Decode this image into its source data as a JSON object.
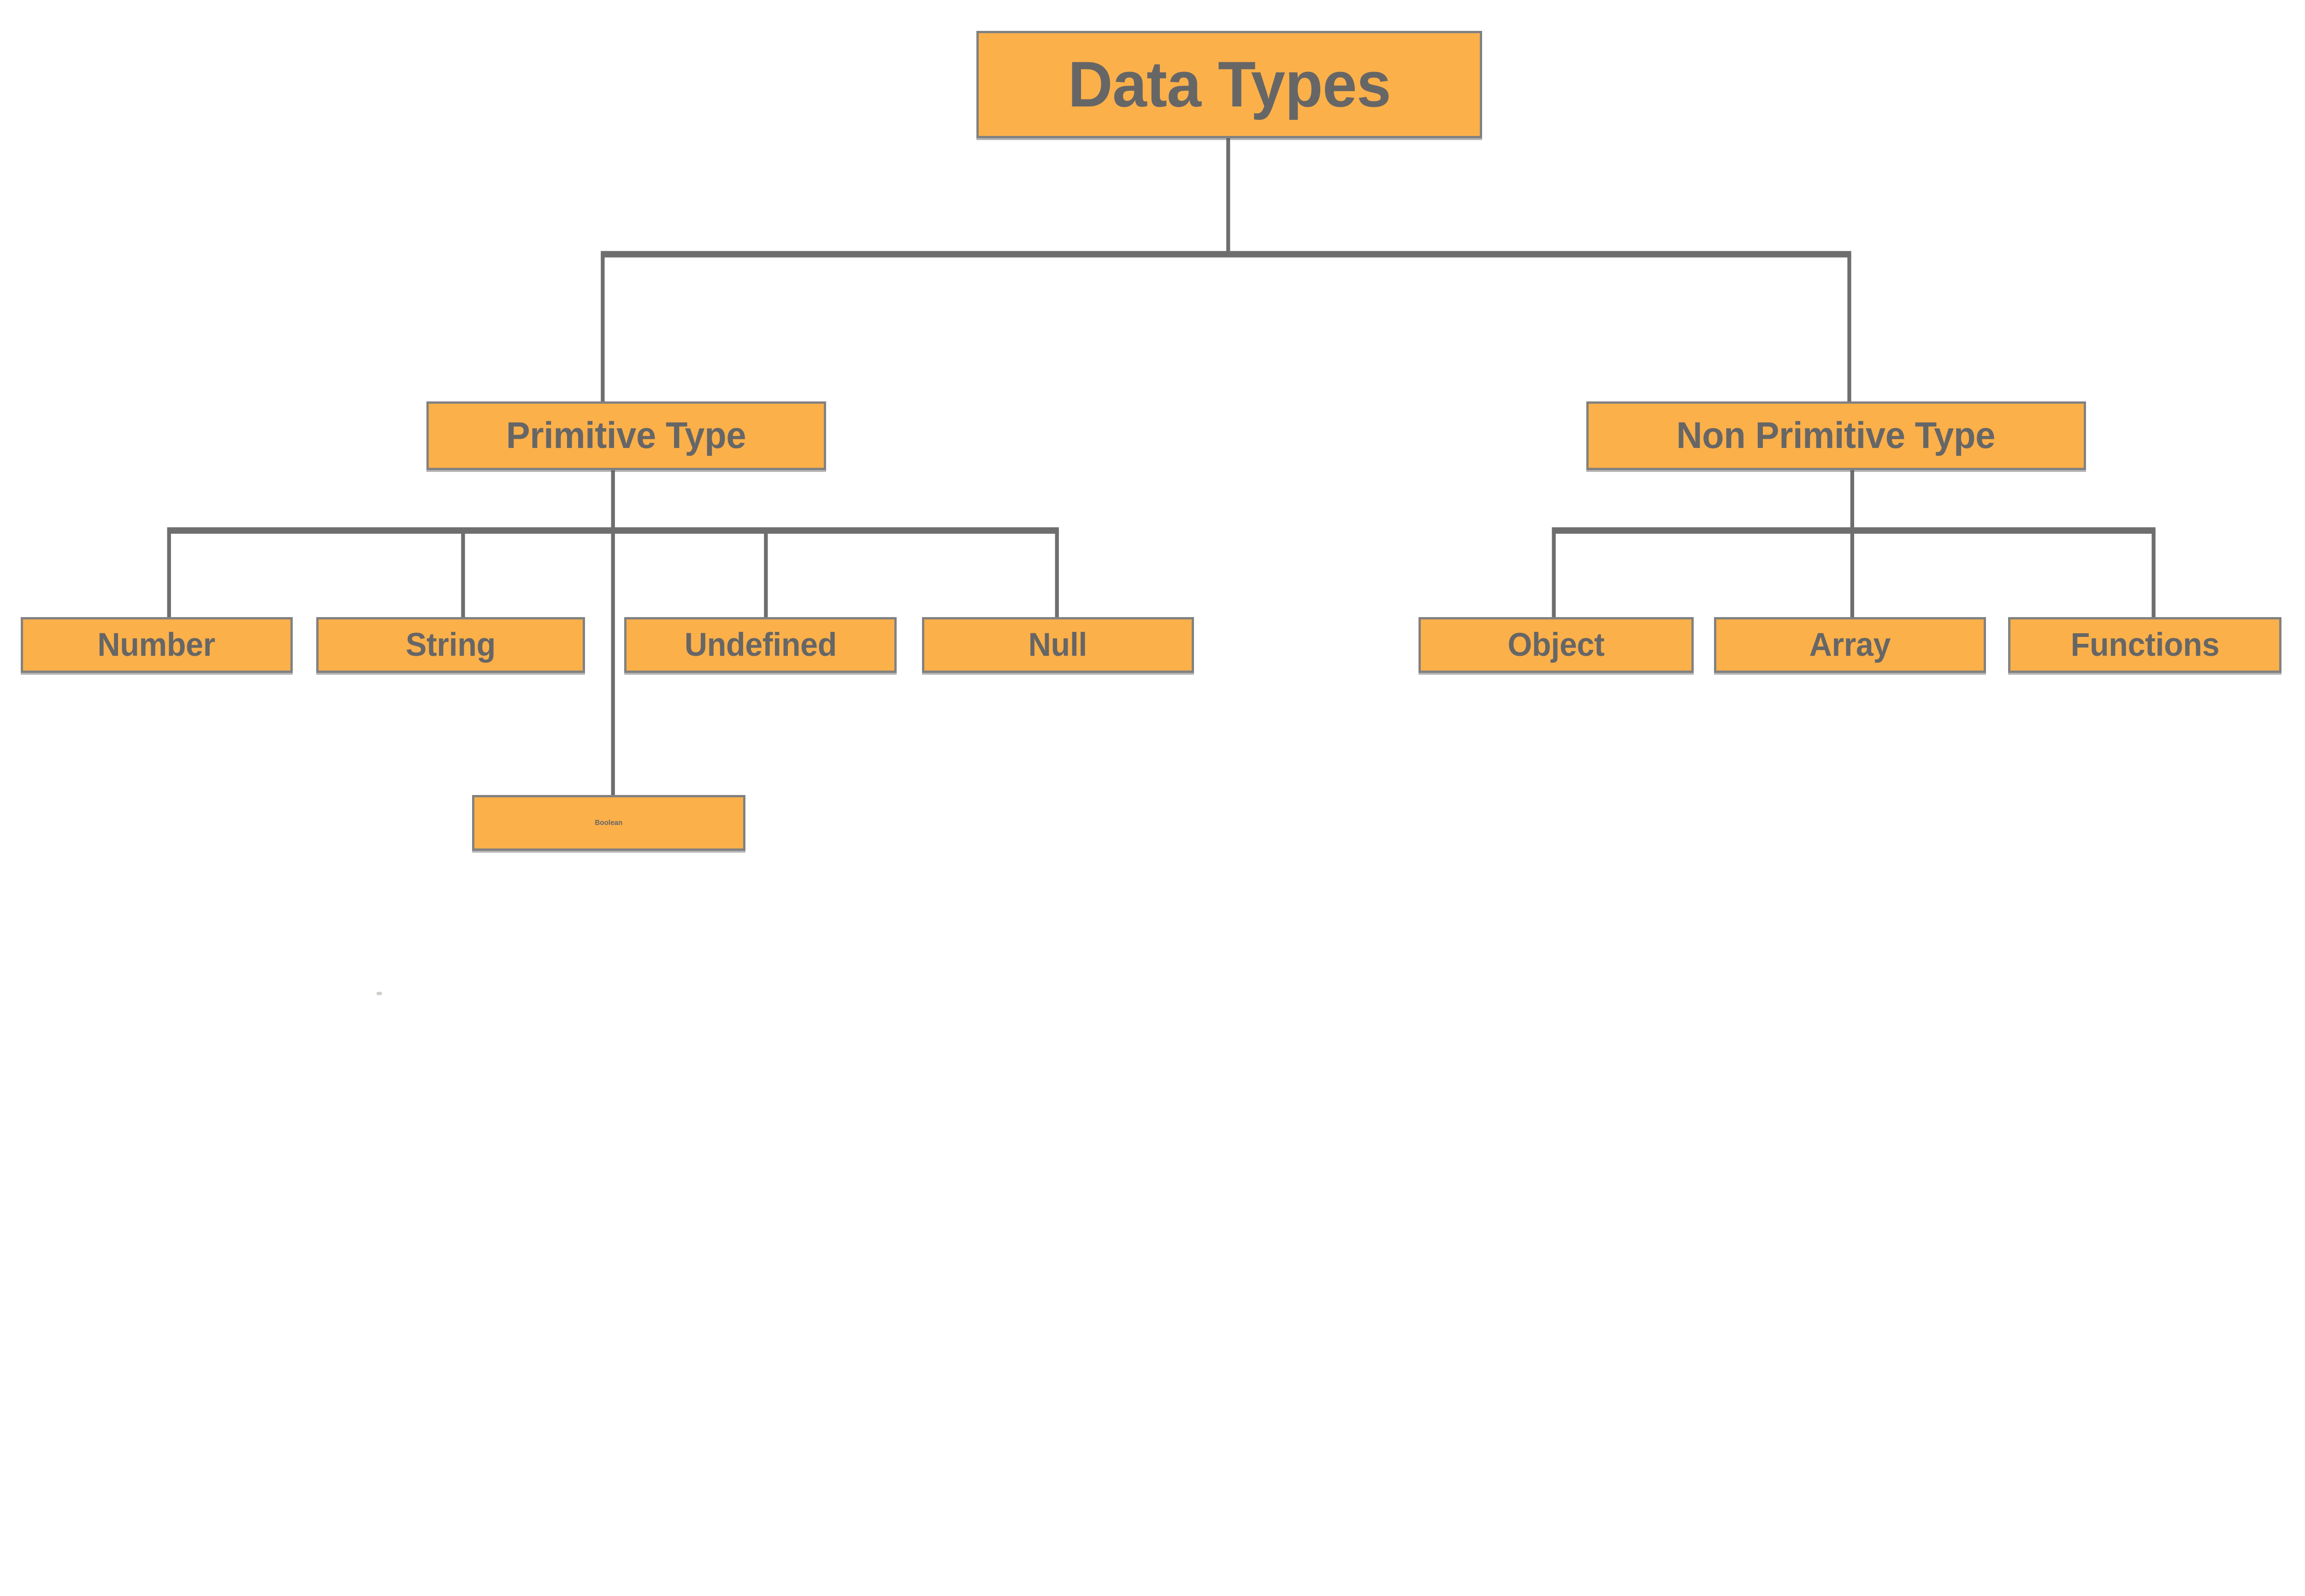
{
  "diagram": {
    "type": "tree-hierarchy",
    "background": "#ffffff",
    "node_fill": "#fbb04a",
    "node_border": "#818181",
    "text_color": "#666666",
    "connector_color": "#6e6e6e"
  },
  "nodes": {
    "root": {
      "label": "Data Types"
    },
    "primitive": {
      "label": "Primitive Type"
    },
    "non_primitive": {
      "label": "Non Primitive Type"
    },
    "number": {
      "label": "Number"
    },
    "string": {
      "label": "String"
    },
    "undefined": {
      "label": "Undefined"
    },
    "null": {
      "label": "Null"
    },
    "boolean": {
      "label": "Boolean"
    },
    "object": {
      "label": "Object"
    },
    "array": {
      "label": "Array"
    },
    "functions": {
      "label": "Functions"
    }
  },
  "hierarchy": [
    {
      "parent": "Data Types",
      "children": [
        "Primitive Type",
        "Non Primitive Type"
      ]
    },
    {
      "parent": "Primitive Type",
      "children": [
        "Number",
        "String",
        "Undefined",
        "Null",
        "Boolean"
      ]
    },
    {
      "parent": "Non Primitive Type",
      "children": [
        "Object",
        "Array",
        "Functions"
      ]
    }
  ]
}
